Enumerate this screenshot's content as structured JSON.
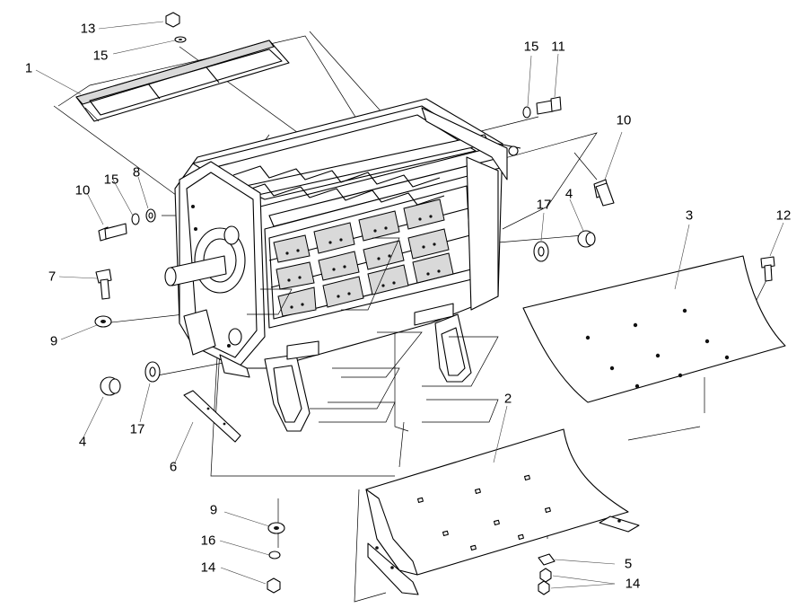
{
  "callouts": {
    "p1": "1",
    "p2": "2",
    "p3": "3",
    "p4a": "4",
    "p4b": "4",
    "p5": "5",
    "p6": "6",
    "p7": "7",
    "p8": "8",
    "p9a": "9",
    "p9b": "9",
    "p10a": "10",
    "p10b": "10",
    "p11": "11",
    "p12": "12",
    "p13": "13",
    "p14a": "14",
    "p14b": "14",
    "p15a": "15",
    "p15b": "15",
    "p15c": "15",
    "p16": "16",
    "p17a": "17",
    "p17b": "17"
  }
}
